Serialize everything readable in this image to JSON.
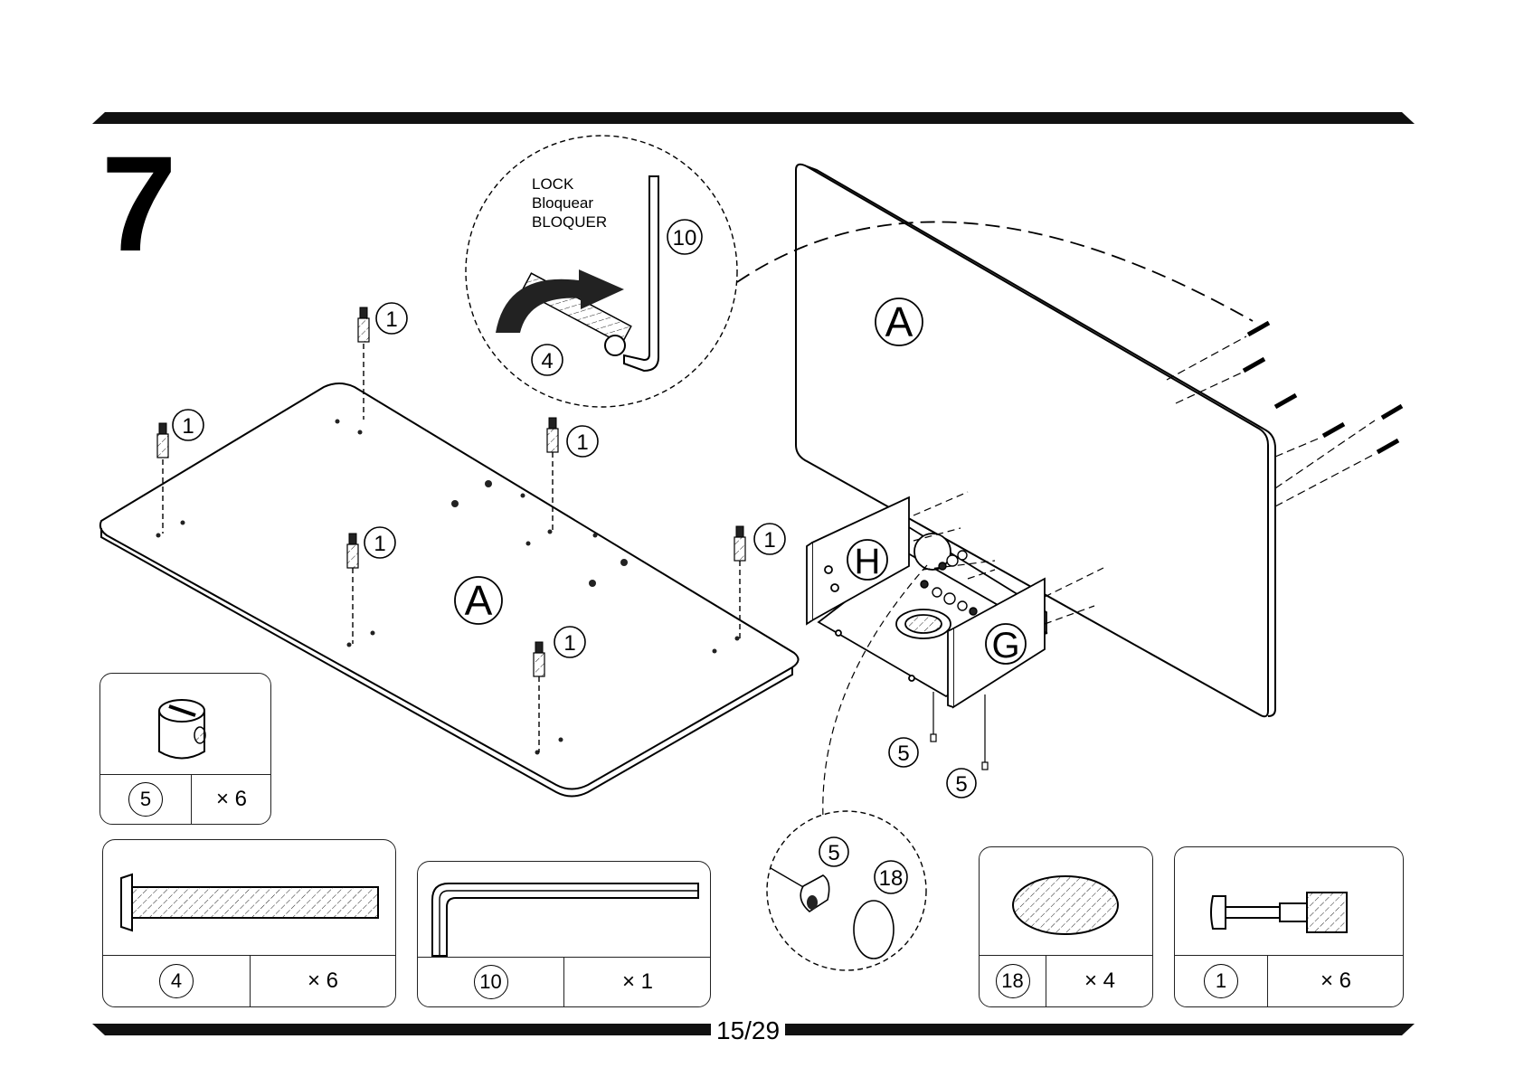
{
  "step": "7",
  "page": "15/29",
  "lock_text": [
    "LOCK",
    "Bloquear",
    "BLOQUER"
  ],
  "panel_labels": {
    "top_panel": "A",
    "back_panel": "A",
    "side_h": "H",
    "side_g": "G"
  },
  "callouts": {
    "cam_bolt": "1",
    "bolt": "4",
    "barrel_nut": "5",
    "allen_key": "10",
    "cap": "18"
  },
  "parts": [
    {
      "id": "5",
      "qty": "× 6",
      "icon": "barrel-nut-icon"
    },
    {
      "id": "4",
      "qty": "× 6",
      "icon": "bolt-icon"
    },
    {
      "id": "10",
      "qty": "× 1",
      "icon": "allen-key-icon"
    },
    {
      "id": "18",
      "qty": "× 4",
      "icon": "cover-cap-icon"
    },
    {
      "id": "1",
      "qty": "× 6",
      "icon": "cam-bolt-icon"
    }
  ]
}
